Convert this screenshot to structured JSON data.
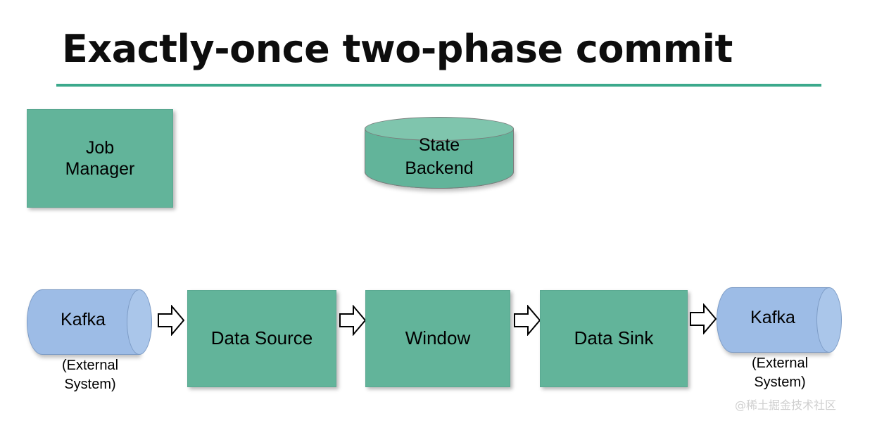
{
  "slide": {
    "title": "Exactly-once two-phase commit",
    "watermark": "@稀土掘金技术社区"
  },
  "colors": {
    "accent_rule": "#3ca98c",
    "process_green": "#62b49a",
    "cylinder_top_green": "#7fc5ad",
    "kafka_blue": "#9dbce6",
    "kafka_cap_blue": "#aac6ea",
    "text": "#000000",
    "watermark": "#cfcfcf"
  },
  "nodes": {
    "job_manager": {
      "label": "Job\nManager",
      "line1": "Job",
      "line2": "Manager",
      "shape": "rectangle"
    },
    "state_backend": {
      "label": "State\nBackend",
      "line1": "State",
      "line2": "Backend",
      "shape": "cylinder"
    },
    "kafka_source": {
      "label": "Kafka",
      "caption_line1": "(External",
      "caption_line2": "System)",
      "shape": "cylinder-horizontal"
    },
    "data_source": {
      "label": "Data Source",
      "shape": "rectangle"
    },
    "window": {
      "label": "Window",
      "shape": "rectangle"
    },
    "data_sink": {
      "label": "Data Sink",
      "shape": "rectangle"
    },
    "kafka_sink": {
      "label": "Kafka",
      "caption_line1": "(External",
      "caption_line2": "System)",
      "shape": "cylinder-horizontal"
    }
  },
  "arrows": [
    {
      "id": "arrow-1",
      "from": "kafka_source",
      "to": "data_source"
    },
    {
      "id": "arrow-2",
      "from": "data_source",
      "to": "window"
    },
    {
      "id": "arrow-3",
      "from": "window",
      "to": "data_sink"
    },
    {
      "id": "arrow-4",
      "from": "data_sink",
      "to": "kafka_sink"
    }
  ]
}
